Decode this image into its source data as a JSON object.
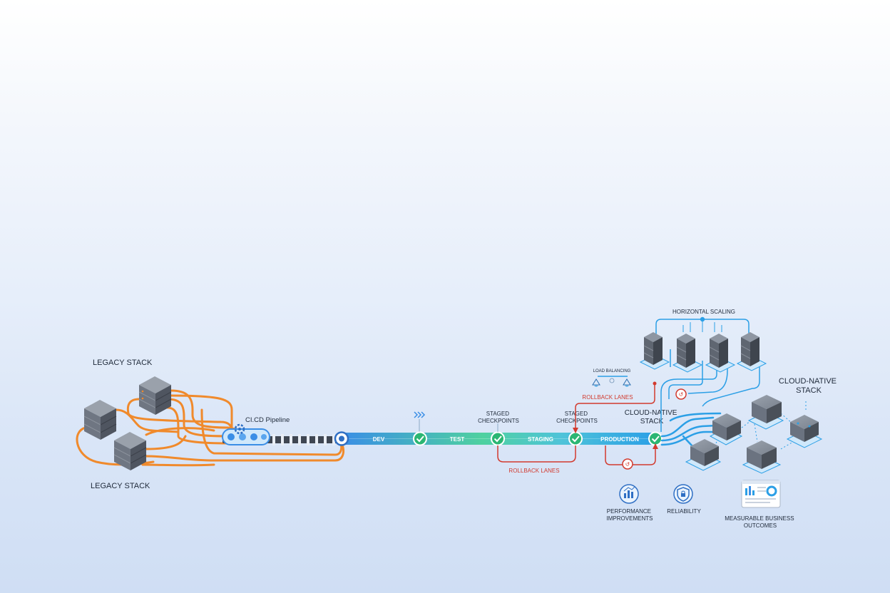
{
  "labels": {
    "legacy_top": "LEGACY STACK",
    "legacy_bottom": "LEGACY STACK",
    "pipeline": "CI.CD Pipeline",
    "staged_1": [
      "STAGED",
      "CHECKPOINTS"
    ],
    "staged_2": [
      "STAGED",
      "CHECKPOINTS"
    ],
    "rollback_top": "ROLLBACK LANES",
    "rollback_bottom": "ROLLBACK LANES",
    "load_balancing": "LOAD BALANCING",
    "horizontal_scaling": "HORIZONTAL SCALING",
    "cloud_native_mid": [
      "CLOUD-NATIVE",
      "STACK"
    ],
    "cloud_native_right": [
      "CLOUD-NATIVE",
      "STACK"
    ]
  },
  "stages": [
    "DEV",
    "TEST",
    "STAGING",
    "PRODUCTION"
  ],
  "outcomes": {
    "performance": [
      "PERFORMANCE",
      "IMPROVEMENTS"
    ],
    "reliability": "RELIABILITY",
    "business": [
      "MEASURABLE BUSINESS",
      "OUTCOMES"
    ]
  },
  "colors": {
    "legacy": "#f08a2c",
    "pipeline_start": "#3a8ee6",
    "pipeline_mid": "#4fd1a0",
    "cloud": "#2b9fe6",
    "rollback": "#d23a2e",
    "check": "#2bb673"
  },
  "icons": {
    "pipeline": "gear-icon",
    "checkpoint": "check-icon",
    "performance": "bar-chart-icon",
    "reliability": "shield-icon",
    "business": "dashboard-icon",
    "rollback": "rollback-icon",
    "load_balancing": "balance-scale-icon"
  }
}
